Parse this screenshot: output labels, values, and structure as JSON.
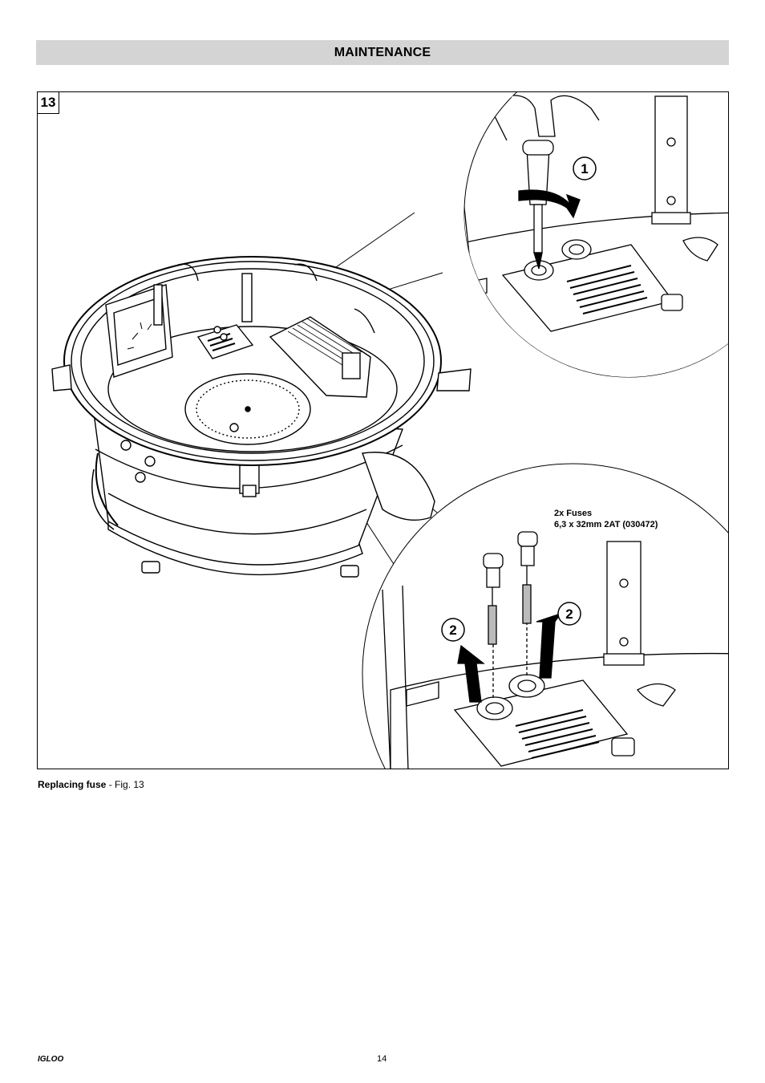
{
  "header": {
    "title": "MAINTENANCE"
  },
  "figure": {
    "number": "13",
    "callout_screw_step": "1",
    "callout_lift_left": "2",
    "callout_lift_right": "2",
    "fuse_note_line1": "2x Fuses",
    "fuse_note_line2": "6,3 x 32mm 2AT (030472)"
  },
  "caption": {
    "bold": "Replacing fuse",
    "rest": " - Fig. 13"
  },
  "footer": {
    "brand": "IGLOO",
    "page_number": "14"
  }
}
